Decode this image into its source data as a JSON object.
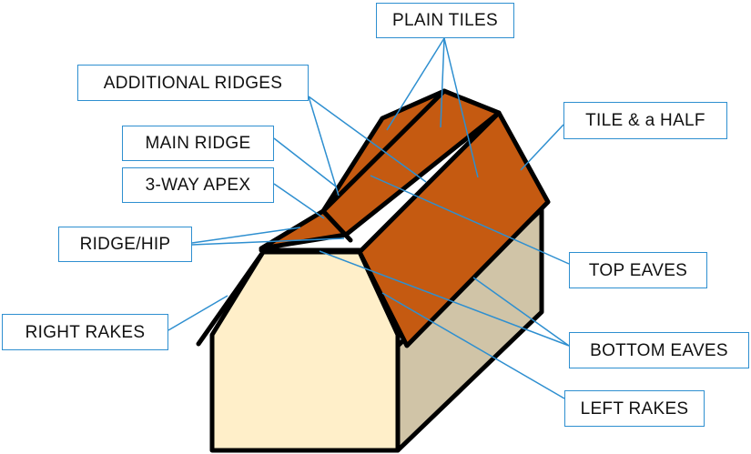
{
  "labels": {
    "plain_tiles": "PLAIN TILES",
    "additional_ridges": "ADDITIONAL RIDGES",
    "main_ridge": "MAIN RIDGE",
    "three_way_apex": "3-WAY APEX",
    "ridge_hip": "RIDGE/HIP",
    "right_rakes": "RIGHT RAKES",
    "tile_and_half": "TILE & a HALF",
    "top_eaves": "TOP EAVES",
    "bottom_eaves": "BOTTOM EAVES",
    "left_rakes": "LEFT RAKES"
  },
  "colors": {
    "roof_tile": "#c55a11",
    "front_wall": "#ffefc9",
    "side_wall": "#d0c4a7",
    "outline": "#000000",
    "leader_line": "#2e8fd0"
  }
}
